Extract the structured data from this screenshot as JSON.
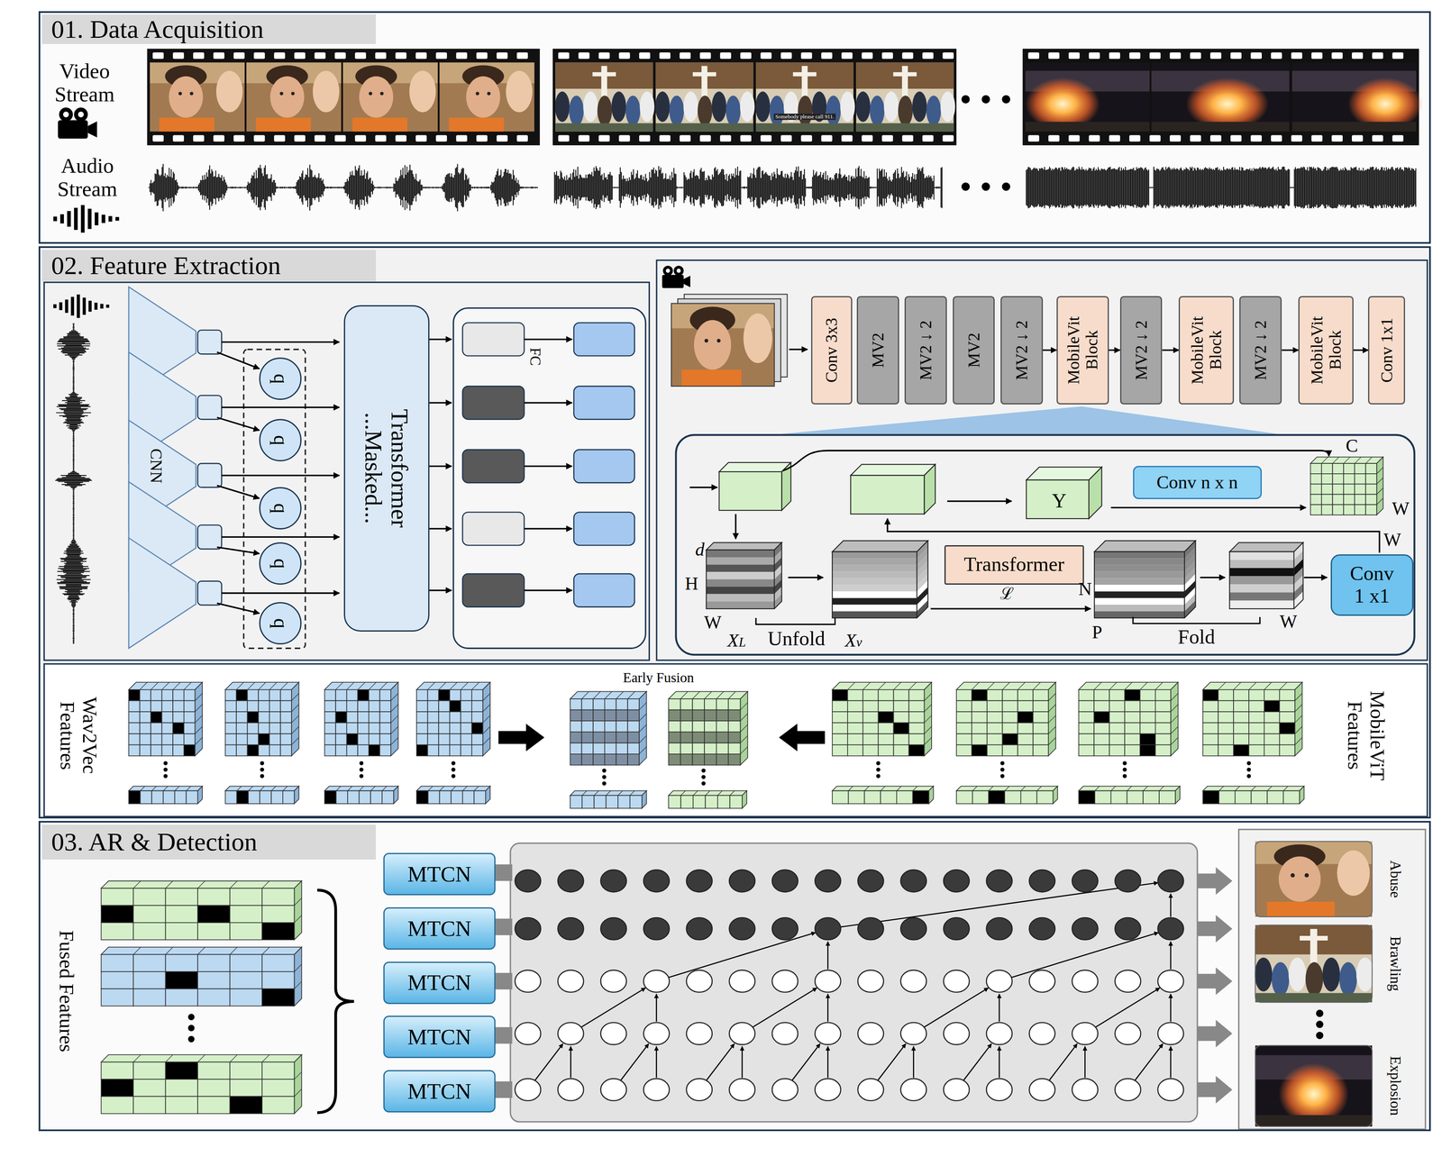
{
  "diagram": {
    "nodes": [
      {
        "text": [
          "01. Data Acquisition"
        ]
      },
      {
        "text": [
          "02. Feature Extraction"
        ]
      },
      {
        "text": [
          "CNN"
        ],
        "in": 1
      },
      {
        "text": [
          "q"
        ],
        "in": 1
      },
      {
        "text": [
          "q"
        ],
        "in": 1
      },
      {
        "text": [
          "q"
        ],
        "in": 1
      },
      {
        "text": [
          "q"
        ],
        "in": 1
      },
      {
        "text": [
          "q"
        ],
        "in": 1
      },
      {
        "text": [
          "Transformer ...Masked..."
        ],
        "in": 1
      },
      {
        "text": [
          "Conv 3x3"
        ],
        "in": 1
      },
      {
        "text": [
          "MV2"
        ],
        "in": 1
      },
      {
        "text": [
          "MV2 ↓ 2"
        ],
        "in": 1
      },
      {
        "text": [
          "MV2"
        ],
        "in": 1
      },
      {
        "text": [
          "MV2 ↓ 2"
        ],
        "in": 1
      },
      {
        "text": [
          "MobileVit Block"
        ],
        "in": 1
      },
      {
        "text": [
          "MV2 ↓ 2"
        ],
        "in": 1
      },
      {
        "text": [
          "MobileVit Block"
        ],
        "in": 1
      },
      {
        "text": [
          "MV2 ↓ 2"
        ],
        "in": 1
      },
      {
        "text": [
          "MobileVit Block"
        ],
        "in": 1
      },
      {
        "text": [
          "Conv 1x1"
        ],
        "in": 1
      },
      {
        "text": [
          "Y"
        ],
        "in": 1
      },
      {
        "text": [
          "Conv n x n"
        ],
        "in": 1
      },
      {
        "text": [
          "Transformer"
        ],
        "in": 1
      },
      {
        "text": [
          "Conv 1 x1"
        ],
        "in": 1
      },
      {
        "text": [
          "03. AR & Detection"
        ]
      },
      {
        "text": [
          "MTCN"
        ],
        "in": 24
      },
      {
        "text": [
          "MTCN"
        ],
        "in": 24
      },
      {
        "text": [
          "MTCN"
        ],
        "in": 24
      },
      {
        "text": [
          "MTCN"
        ],
        "in": 24
      },
      {
        "text": [
          "MTCN"
        ],
        "in": 24
      }
    ],
    "edges": [
      {
        "from": 13,
        "to": 14,
        "arrow": "to"
      },
      {
        "from": 14,
        "to": 15,
        "arrow": "to"
      },
      {
        "from": 15,
        "to": 16,
        "arrow": "to"
      },
      {
        "from": 17,
        "to": 18,
        "arrow": "to"
      },
      {
        "from": 18,
        "to": 19,
        "arrow": "to"
      }
    ],
    "labels": [
      "Video Stream",
      "Audio Stream",
      "Somebody please call 911.",
      "FC",
      "C",
      "W",
      "W",
      "d",
      "H",
      "W",
      "XL",
      "Unfold",
      "Xv",
      "ℒ",
      "N",
      "P",
      "Fold",
      "W",
      "Wav2Vec Features",
      "Early Fusion",
      "MobileViT Features",
      "Fused Features",
      "Abuse",
      "Brawling",
      "Explosion"
    ]
  }
}
